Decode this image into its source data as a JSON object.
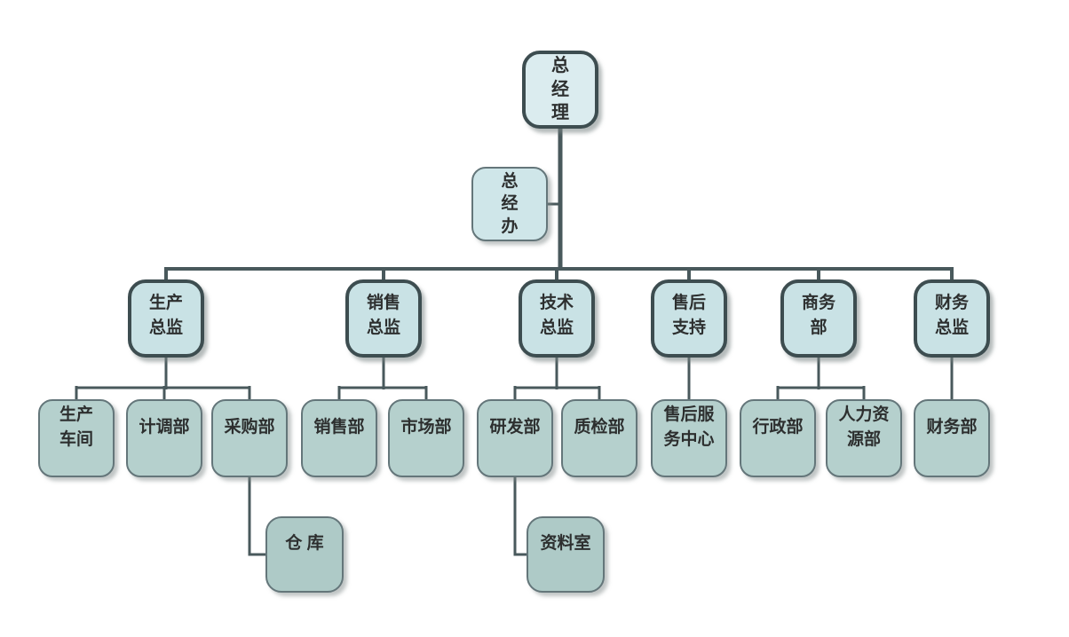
{
  "nodes": {
    "general_manager": {
      "label": "总\n经\n理",
      "name": "总经理"
    },
    "gm_office": {
      "label": "总\n经\n办",
      "name": "总经办"
    },
    "production_director": {
      "label": "生产\n总监",
      "name": "生产总监"
    },
    "sales_director": {
      "label": "销售\n总监",
      "name": "销售总监"
    },
    "tech_director": {
      "label": "技术\n总监",
      "name": "技术总监"
    },
    "aftersales_support": {
      "label": "售后\n支持",
      "name": "售后支持"
    },
    "business_dept": {
      "label": "商务\n部",
      "name": "商务部"
    },
    "finance_director": {
      "label": "财务\n总监",
      "name": "财务总监"
    },
    "production_workshop": {
      "label": "生产\n车间",
      "name": "生产车间"
    },
    "dispatch_dept": {
      "label": "计调部",
      "name": "计调部"
    },
    "procurement_dept": {
      "label": "采购部",
      "name": "采购部"
    },
    "sales_dept": {
      "label": "销售部",
      "name": "销售部"
    },
    "marketing_dept": {
      "label": "市场部",
      "name": "市场部"
    },
    "rnd_dept": {
      "label": "研发部",
      "name": "研发部"
    },
    "qc_dept": {
      "label": "质检部",
      "name": "质检部"
    },
    "aftersales_center": {
      "label": "售后服\n务中心",
      "name": "售后服务中心"
    },
    "admin_dept": {
      "label": "行政部",
      "name": "行政部"
    },
    "hr_dept": {
      "label": "人力资\n源部",
      "name": "人力资源部"
    },
    "finance_dept": {
      "label": "财务部",
      "name": "财务部"
    },
    "warehouse": {
      "label": "仓 库",
      "name": "仓库"
    },
    "archives": {
      "label": "资料室",
      "name": "资料室"
    }
  },
  "edges": [
    [
      "总经理",
      "总经办"
    ],
    [
      "总经理",
      "生产总监"
    ],
    [
      "总经理",
      "销售总监"
    ],
    [
      "总经理",
      "技术总监"
    ],
    [
      "总经理",
      "售后支持"
    ],
    [
      "总经理",
      "商务部"
    ],
    [
      "总经理",
      "财务总监"
    ],
    [
      "生产总监",
      "生产车间"
    ],
    [
      "生产总监",
      "计调部"
    ],
    [
      "生产总监",
      "采购部"
    ],
    [
      "采购部",
      "仓库"
    ],
    [
      "销售总监",
      "销售部"
    ],
    [
      "销售总监",
      "市场部"
    ],
    [
      "技术总监",
      "研发部"
    ],
    [
      "技术总监",
      "质检部"
    ],
    [
      "研发部",
      "资料室"
    ],
    [
      "售后支持",
      "售后服务中心"
    ],
    [
      "商务部",
      "行政部"
    ],
    [
      "商务部",
      "人力资源部"
    ],
    [
      "财务总监",
      "财务部"
    ]
  ],
  "colors": {
    "background": "#ffffff",
    "level1_fill": "#dbecef",
    "level2_fill": "#c9e2e5",
    "gm_office_fill": "#cfe6e9",
    "level3_fill": "#b5d0cd",
    "level4_fill": "#aecac7",
    "border_dark": "#3d4d50",
    "border_gray": "#64767a",
    "connector": "#49595c",
    "text": "#2d2f2f"
  }
}
